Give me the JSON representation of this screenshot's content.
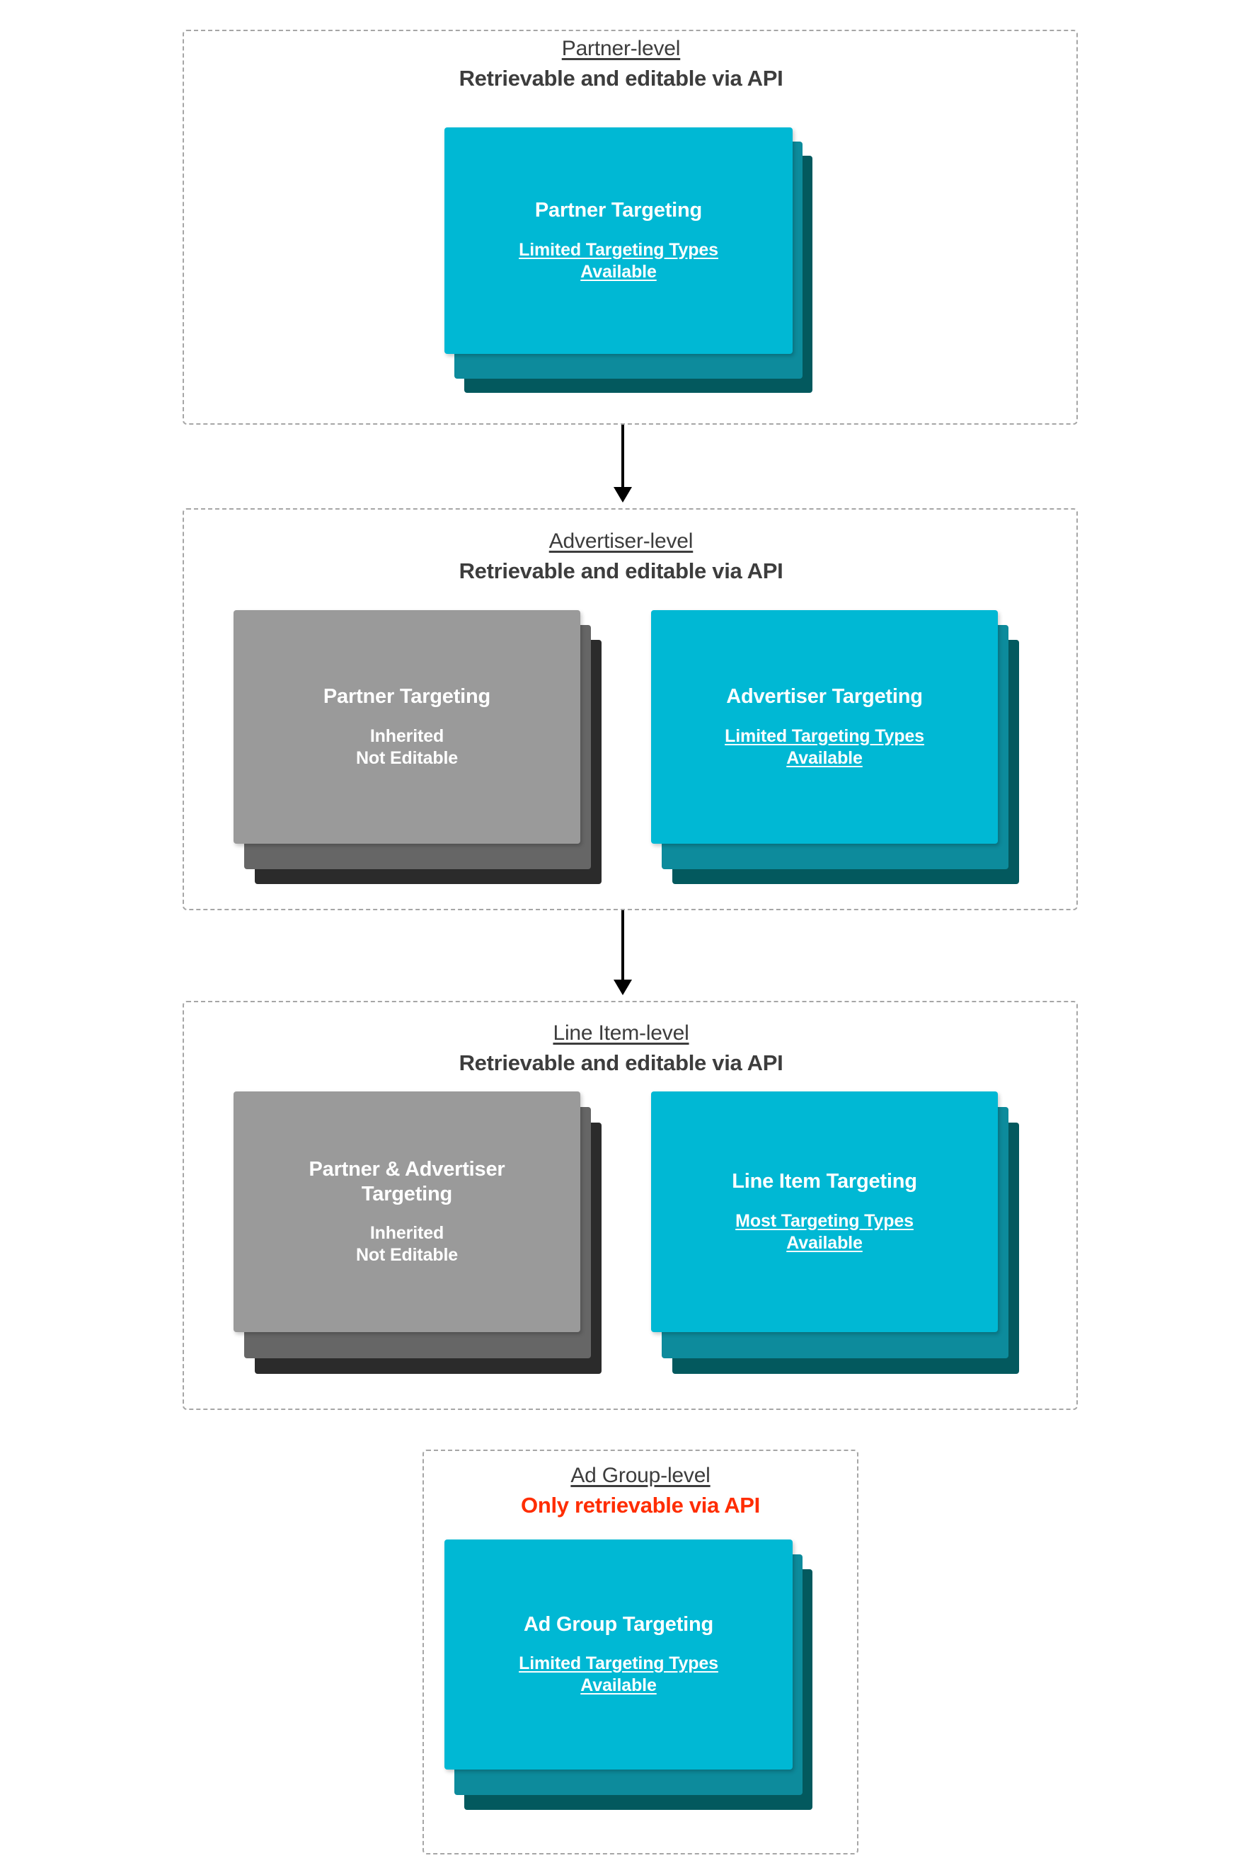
{
  "diagram": {
    "title_note": "Targeting inheritance hierarchy",
    "colors": {
      "cyan_front": "#00b8d4",
      "cyan_mid": "#0d8b9c",
      "cyan_back": "#03595e",
      "gray_front": "#9a9a9a",
      "gray_mid": "#666666",
      "gray_back": "#2b2b2b",
      "border_dashed": "#a6a6a6",
      "text_dark": "#3d3d3d",
      "text_red": "#ff2d00",
      "arrow": "#000000",
      "card_text": "#ffffff"
    }
  },
  "levels": [
    {
      "id": "partner",
      "title": "Partner-level",
      "subtitle": "Retrievable and editable via API",
      "subtitle_color": "normal",
      "cards": [
        {
          "id": "partner-targeting",
          "title": "Partner Targeting",
          "subtitle": "Limited Targeting Types Available",
          "subtitle_underlined": true,
          "style": "cyan"
        }
      ]
    },
    {
      "id": "advertiser",
      "title": "Advertiser-level",
      "subtitle": "Retrievable and editable via API",
      "subtitle_color": "normal",
      "cards": [
        {
          "id": "inherited-partner-targeting",
          "title": "Partner Targeting",
          "subtitle": "Inherited\nNot Editable",
          "subtitle_underlined": false,
          "style": "gray"
        },
        {
          "id": "advertiser-targeting",
          "title": "Advertiser Targeting",
          "subtitle": "Limited Targeting Types Available",
          "subtitle_underlined": true,
          "style": "cyan"
        }
      ]
    },
    {
      "id": "line-item",
      "title": "Line Item-level",
      "subtitle": "Retrievable and editable via API",
      "subtitle_color": "normal",
      "cards": [
        {
          "id": "inherited-partner-advertiser-targeting",
          "title": "Partner & Advertiser Targeting",
          "subtitle": "Inherited\nNot Editable",
          "subtitle_underlined": false,
          "style": "gray"
        },
        {
          "id": "line-item-targeting",
          "title": "Line Item Targeting",
          "subtitle": "Most Targeting Types Available",
          "subtitle_underlined": true,
          "style": "cyan"
        }
      ]
    },
    {
      "id": "ad-group",
      "title": "Ad Group-level",
      "subtitle": "Only retrievable via API",
      "subtitle_color": "red",
      "cards": [
        {
          "id": "ad-group-targeting",
          "title": "Ad Group Targeting",
          "subtitle": "Limited Targeting Types Available",
          "subtitle_underlined": true,
          "style": "cyan"
        }
      ]
    }
  ],
  "text": {
    "partner_level_title": "Partner-level",
    "partner_level_sub": "Retrievable and editable via API",
    "advertiser_level_title": "Advertiser-level",
    "advertiser_level_sub": "Retrievable and editable via API",
    "line_item_level_title": "Line Item-level",
    "line_item_level_sub": "Retrievable and editable via API",
    "ad_group_level_title": "Ad Group-level",
    "ad_group_level_sub": "Only retrievable via API",
    "card_partner_targeting_title": "Partner Targeting",
    "card_partner_targeting_sub_l1": "Limited Targeting Types",
    "card_partner_targeting_sub_l2": "Available",
    "card_inherited_partner_title": "Partner Targeting",
    "card_inherited_partner_sub_l1": "Inherited",
    "card_inherited_partner_sub_l2": "Not Editable",
    "card_advertiser_targeting_title": "Advertiser Targeting",
    "card_advertiser_targeting_sub_l1": "Limited Targeting Types",
    "card_advertiser_targeting_sub_l2": "Available",
    "card_inherited_pa_title_l1": "Partner & Advertiser",
    "card_inherited_pa_title_l2": "Targeting",
    "card_inherited_pa_sub_l1": "Inherited",
    "card_inherited_pa_sub_l2": "Not Editable",
    "card_line_item_targeting_title": "Line Item Targeting",
    "card_line_item_targeting_sub_l1": "Most Targeting Types",
    "card_line_item_targeting_sub_l2": "Available",
    "card_ad_group_targeting_title": "Ad Group Targeting",
    "card_ad_group_targeting_sub_l1": "Limited Targeting Types",
    "card_ad_group_targeting_sub_l2": "Available"
  }
}
